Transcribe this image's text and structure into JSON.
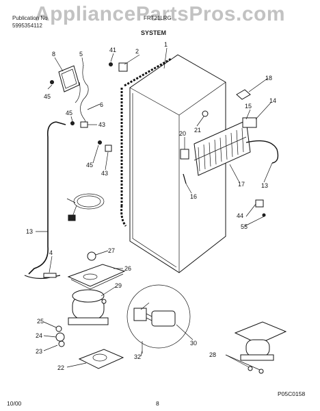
{
  "watermark": "AppliancePartsPros.com",
  "header": {
    "publication_label": "Publication No",
    "publication_no": "5995354112",
    "model_code": "FRT21LRG",
    "section_title": "SYSTEM"
  },
  "callouts": [
    "1",
    "2",
    "4",
    "5",
    "6",
    "8",
    "13",
    "13",
    "14",
    "15",
    "16",
    "17",
    "18",
    "20",
    "21",
    "22",
    "23",
    "24",
    "25",
    "26",
    "27",
    "28",
    "29",
    "30",
    "32",
    "41",
    "43",
    "43",
    "44",
    "45",
    "45",
    "45",
    "55"
  ],
  "footer": {
    "date": "10/00",
    "page": "8",
    "figure_code": "P05C0158"
  }
}
